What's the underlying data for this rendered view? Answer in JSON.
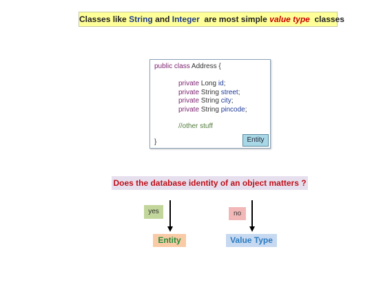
{
  "banner": {
    "part1": "Classes like ",
    "kw1": "String",
    "part2": " and ",
    "kw2": "Integer",
    "part3": "  are most simple ",
    "emph": "value type",
    "part4": "  classes"
  },
  "code": {
    "header_kw": "public class",
    "header_rest": " Address {",
    "fields": [
      {
        "kw": "private",
        "type": " Long ",
        "name": "id",
        "end": ";"
      },
      {
        "kw": "private",
        "type": " String ",
        "name": "street",
        "end": ";"
      },
      {
        "kw": "private",
        "type": " String ",
        "name": "city",
        "end": ";"
      },
      {
        "kw": "private",
        "type": " String ",
        "name": "pincode",
        "end": ";"
      }
    ],
    "comment": "//other stuff",
    "closing": "}",
    "tag": "Entity"
  },
  "question": "Does the database identity of an object matters ?",
  "branches": {
    "yes": "yes",
    "no": "no",
    "yes_result": "Entity",
    "no_result": "Value Type"
  },
  "colors": {
    "banner_bg": "#ffff99",
    "question_text": "#c0101a",
    "entity_text": "#1f8f3a",
    "value_type_text": "#2c7bbf"
  }
}
